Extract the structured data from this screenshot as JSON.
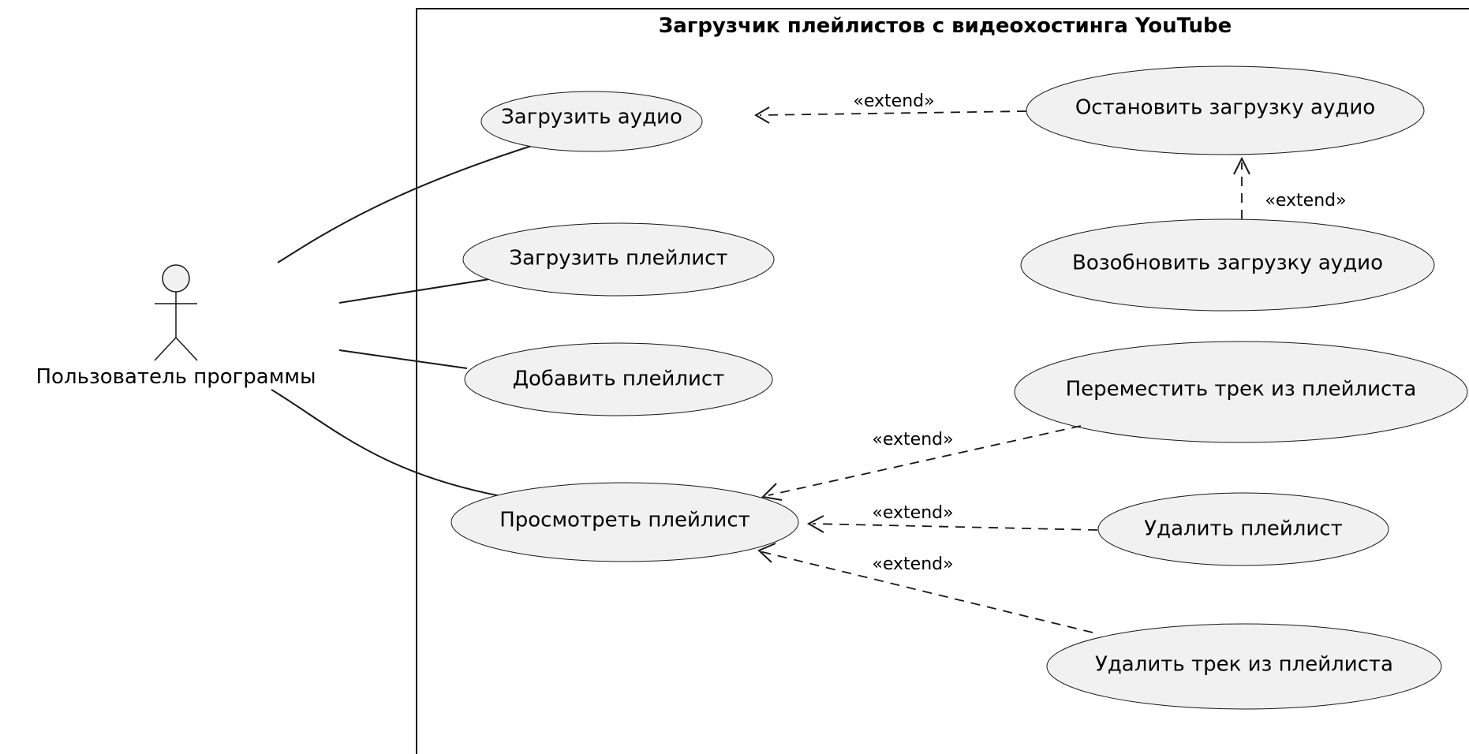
{
  "system": {
    "title": "Загрузчик плейлистов с видеохостинга YouTube"
  },
  "actor": {
    "label": "Пользователь программы"
  },
  "use_cases": {
    "download_audio": "Загрузить аудио",
    "download_playlist": "Загрузить плейлист",
    "add_playlist": "Добавить плейлист",
    "view_playlist": "Просмотреть плейлист",
    "stop_download": "Остановить загрузку аудио",
    "resume_download": "Возобновить загрузку аудио",
    "move_track": "Переместить трек из плейлиста",
    "delete_playlist": "Удалить плейлист",
    "delete_track": "Удалить трек из плейлиста"
  },
  "relations": {
    "extend_label": "«extend»"
  },
  "colors": {
    "use_case_fill": "#f1f1f1",
    "stroke": "#181818"
  }
}
